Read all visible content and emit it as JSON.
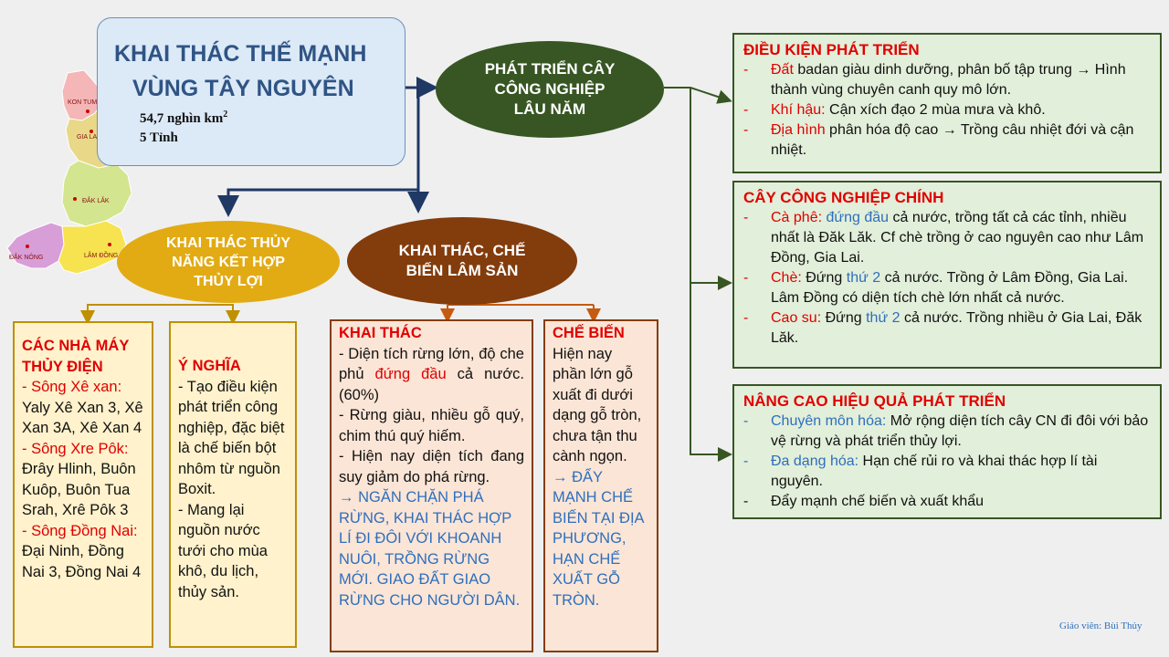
{
  "title": {
    "line1": "KHAI THÁC THẾ MẠNH",
    "line2": "VÙNG TÂY NGUYÊN",
    "area": "54,7 nghìn km",
    "area_sup": "2",
    "provinces": "5 Tỉnh"
  },
  "map": {
    "labels": [
      "KON TUM",
      "GIA LAI",
      "ĐẮK LẮK",
      "ĐẮK NÔNG",
      "LÂM ĐỒNG"
    ]
  },
  "nodes": {
    "green": "PHÁT TRIỂN CÂY CÔNG NGHIỆP LÂU NĂM",
    "yellow": "KHAI THÁC THỦY NĂNG KẾT HỢP THỦY LỢI",
    "brown": "KHAI THÁC, CHẾ BIẾN LÂM SẢN"
  },
  "dieu_kien": {
    "header": "ĐIỀU KIỆN PHÁT TRIỂN",
    "items": [
      {
        "key": "Đất",
        "text": " badan giàu dinh dưỡng, phân bố tập trung → Hình thành vùng chuyên canh quy mô lớn."
      },
      {
        "key": "Khí hậu:",
        "text": " Cận xích đạo 2 mùa mưa và khô."
      },
      {
        "key": "Địa hình",
        "text": " phân hóa độ cao → Trồng câu nhiệt đới và cận nhiệt."
      }
    ]
  },
  "cay_cn": {
    "header": "CÂY CÔNG NGHIỆP CHÍNH",
    "items": [
      {
        "key": "Cà phê:",
        "hl": "đứng đầu",
        "text": " cả nước, trồng tất cả các tỉnh, nhiều nhất là Đăk Lăk. Cf chè trồng ở cao nguyên cao như Lâm Đồng, Gia Lai."
      },
      {
        "key": "Chè:",
        "pre": " Đứng ",
        "hl": "thứ 2",
        "text": " cả nước. Trồng ở Lâm Đồng, Gia Lai. Lâm Đồng có diện tích chè lớn nhất cả nước."
      },
      {
        "key": "Cao su:",
        "pre": " Đứng ",
        "hl": "thứ 2",
        "text": " cả nước. Trồng nhiều ở Gia Lai, Đăk Lăk."
      }
    ]
  },
  "nang_cao": {
    "header": "NÂNG CAO HIỆU QUẢ PHÁT TRIỂN",
    "items": [
      {
        "key": "Chuyên môn hóa:",
        "text": " Mở rộng diện tích cây CN đi đôi với bảo vệ rừng và phát triển thủy lợi."
      },
      {
        "key": "Đa dạng hóa:",
        "text": " Hạn chế rủi ro và khai thác hợp lí tài nguyên."
      },
      {
        "key": "",
        "text": "Đẩy mạnh chế biến và xuất khẩu"
      }
    ]
  },
  "nha_may": {
    "header": "CÁC NHÀ MÁY THỦY ĐIỆN",
    "groups": [
      {
        "river": "- Sông Xê xan:",
        "plants": " Yaly Xê Xan 3, Xê Xan 3A, Xê Xan 4"
      },
      {
        "river": "- Sông Xre Pôk:",
        "plants": " Đrây Hlinh, Buôn Kuôp, Buôn Tua Srah, Xrê Pôk 3"
      },
      {
        "river": "- Sông Đồng Nai:",
        "plants": " Đại Ninh, Đồng Nai 3, Đồng Nai 4"
      }
    ]
  },
  "y_nghia": {
    "header": "Ý NGHĨA",
    "items": [
      "- Tạo điều kiện phát triển công nghiệp, đặc biệt là chế biến bột nhôm từ nguồn Boxit.",
      "- Mang lại nguồn nước tưới cho mùa khô, du lịch, thủy sản."
    ]
  },
  "khai_thac": {
    "header": "KHAI THÁC",
    "item1_pre": "- Diện tích rừng lớn, độ che phủ ",
    "item1_hl": "đứng đầu",
    "item1_post": " cả nước. (60%)",
    "item2": "- Rừng giàu, nhiều gỗ quý, chim thú quý hiếm.",
    "item3": "- Hiện nay diện tích đang suy giảm do phá rừng.",
    "action": "→ NGĂN CHẶN PHÁ RỪNG, KHAI THÁC HỢP LÍ ĐI ĐÔI VỚI KHOANH NUÔI, TRỒNG RỪNG MỚI. GIAO ĐẤT GIAO RỪNG CHO NGƯỜI DÂN."
  },
  "che_bien": {
    "header": "CHẾ BIẾN",
    "text": "Hiện nay phần lớn gỗ xuất đi dưới dạng gỗ tròn, chưa tận thu cành ngọn.",
    "action": "→ ĐẨY MẠNH CHẾ BIẾN TẠI ĐỊA PHƯƠNG, HẠN CHẾ XUẤT GỖ TRÒN."
  },
  "credit": "Giáo viên: Bùi Thủy",
  "colors": {
    "green": "#375623",
    "yellow": "#e2ab14",
    "brown": "#833c0c",
    "navy": "#1f3864",
    "red": "#e00000",
    "blue": "#2e6fbd"
  }
}
